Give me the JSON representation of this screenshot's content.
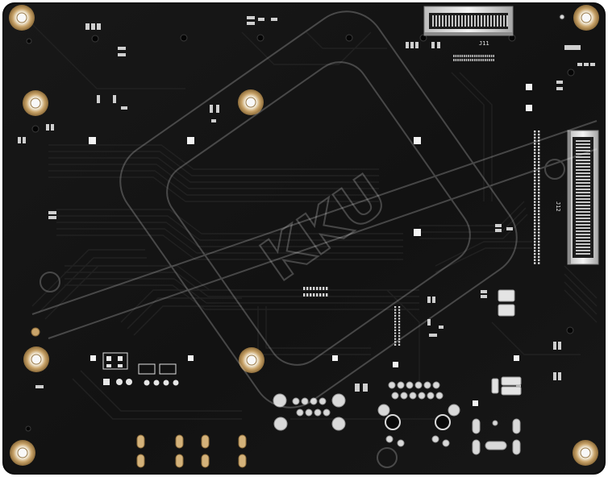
{
  "image": {
    "subject": "pcb-board-back-side",
    "colors": {
      "background": "#ffffff",
      "board": "#141414",
      "board_edge": "#0c0c0c",
      "trace": "#202020",
      "pad_gold": "#c9a46a",
      "pad_silver": "#d9d9d9",
      "silkscreen": "#e6e6e6",
      "watermark": "#ffffff"
    }
  },
  "watermark": {
    "text": "KKU"
  },
  "silkscreen": {
    "j11": "J11",
    "j12": "J12"
  }
}
